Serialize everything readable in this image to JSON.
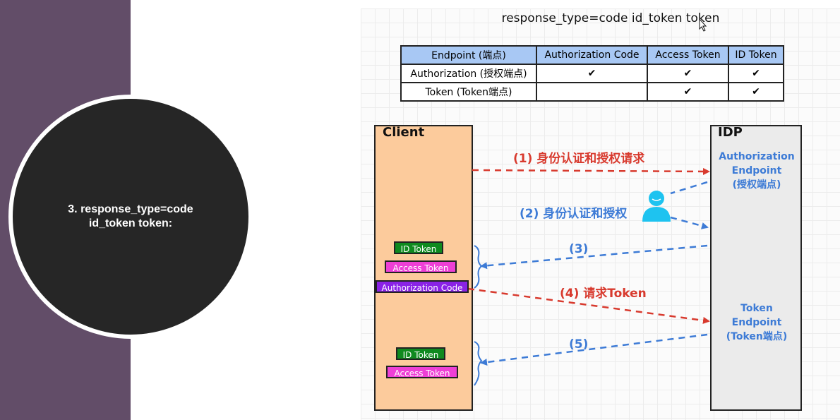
{
  "slide": {
    "circle_title": "3. response_type=code\nid_token token:"
  },
  "diagram": {
    "title": "response_type=code id_token token",
    "table": {
      "headers": [
        "Endpoint (端点)",
        "Authorization Code",
        "Access Token",
        "ID Token"
      ],
      "rows": [
        [
          "Authorization (授权端点)",
          "✔",
          "✔",
          "✔"
        ],
        [
          "Token (Token端点)",
          "",
          "✔",
          "✔"
        ]
      ]
    },
    "client_label": "Client",
    "idp_label": "IDP",
    "auth_endpoint": "Authorization\nEndpoint\n(授权端点)",
    "token_endpoint": "Token\nEndpoint\n(Token端点)",
    "steps": {
      "s1": "(1) 身份认证和授权请求",
      "s2": "(2) 身份认证和授权",
      "s3": "(3)",
      "s4": "(4) 请求Token",
      "s5": "(5)"
    },
    "tags": {
      "id_token": "ID Token",
      "access_token": "Access Token",
      "authorization_code": "Authorization Code"
    },
    "colors": {
      "red": "#d83a2e",
      "blue": "#3d7bd6",
      "client_fill": "#fccb9c",
      "idp_fill": "#ebebeb",
      "user_icon": "#1ec3f0"
    },
    "icons": [
      "user-icon",
      "cursor-icon"
    ]
  }
}
